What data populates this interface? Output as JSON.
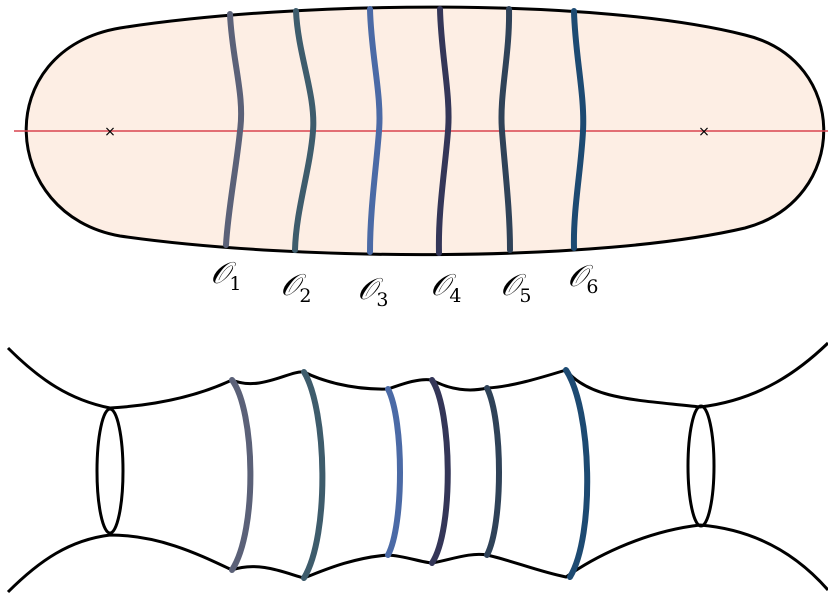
{
  "top_diagram": {
    "fill_color": "#fdeee4",
    "axis_color": "#d9434e",
    "markers": [
      "×",
      "×"
    ]
  },
  "operators": [
    {
      "symbol": "𝒪",
      "index": "1",
      "color": "#5b6178"
    },
    {
      "symbol": "𝒪",
      "index": "2",
      "color": "#3e5c6c"
    },
    {
      "symbol": "𝒪",
      "index": "3",
      "color": "#4b6aa6"
    },
    {
      "symbol": "𝒪",
      "index": "4",
      "color": "#343658"
    },
    {
      "symbol": "𝒪",
      "index": "5",
      "color": "#2f4258"
    },
    {
      "symbol": "𝒪",
      "index": "6",
      "color": "#1d4a72"
    }
  ]
}
